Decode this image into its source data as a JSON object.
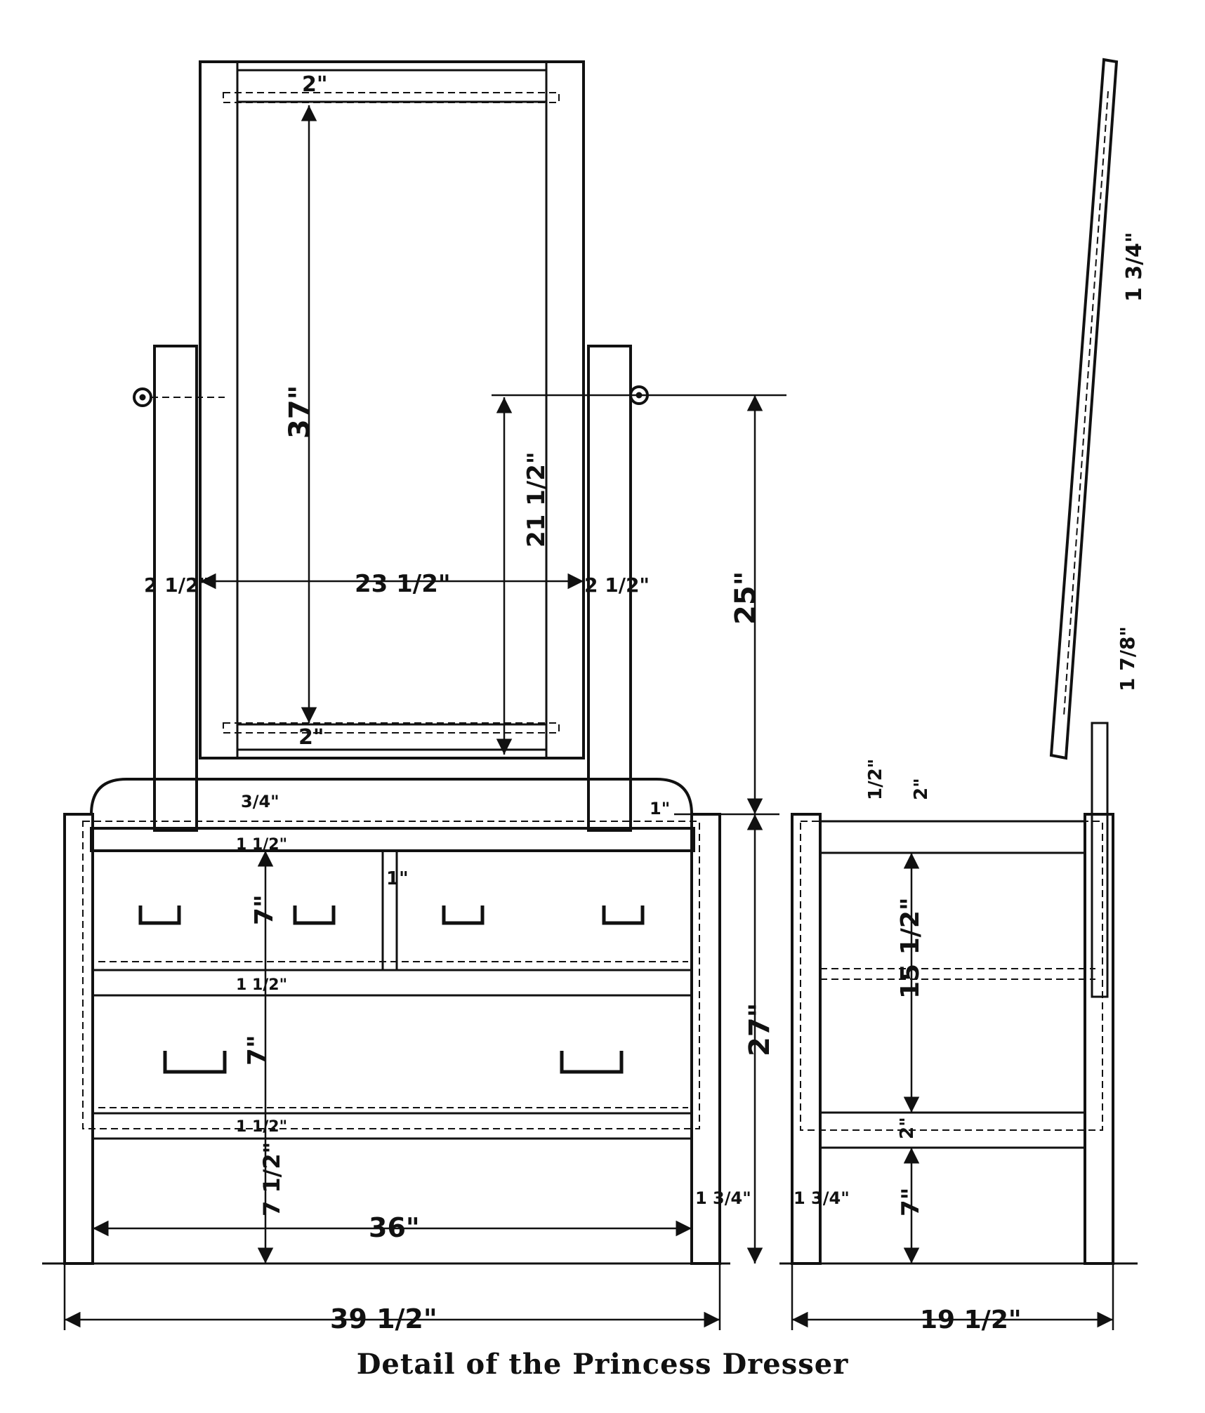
{
  "caption": "Detail of the Princess Dresser",
  "front_view": {
    "mirror_top_rail": "2\"",
    "mirror_height": "37\"",
    "mirror_bottom_rail": "2\"",
    "mirror_width": "23 1/2\"",
    "upright_left": "2 1/2\"",
    "upright_right": "2 1/2\"",
    "pivot_height": "21 1/2\"",
    "pivot_to_top": "25\"",
    "top_thickness": "3/4\"",
    "top_overhang": "1\"",
    "top_rail": "1 1/2\"",
    "upper_drawer": "7\"",
    "drawer_divider": "1\"",
    "middle_rail": "1 1/2\"",
    "lower_drawer": "7\"",
    "bottom_rail": "1 1/2\"",
    "leg_clearance": "7 1/2\"",
    "inner_width": "36\"",
    "leg": "1 3/4\"",
    "height": "27\"",
    "overall_width": "39 1/2\""
  },
  "side_view": {
    "mirror_frame": "1 3/4\"",
    "mirror_support": "1 7/8\"",
    "top_rail": "1/2\"",
    "top_rail_2": "2\"",
    "panel_height": "15 1/2\"",
    "lower_rail": "2\"",
    "leg_clearance": "7\"",
    "leg": "1 3/4\"",
    "overall_depth": "19 1/2\""
  }
}
